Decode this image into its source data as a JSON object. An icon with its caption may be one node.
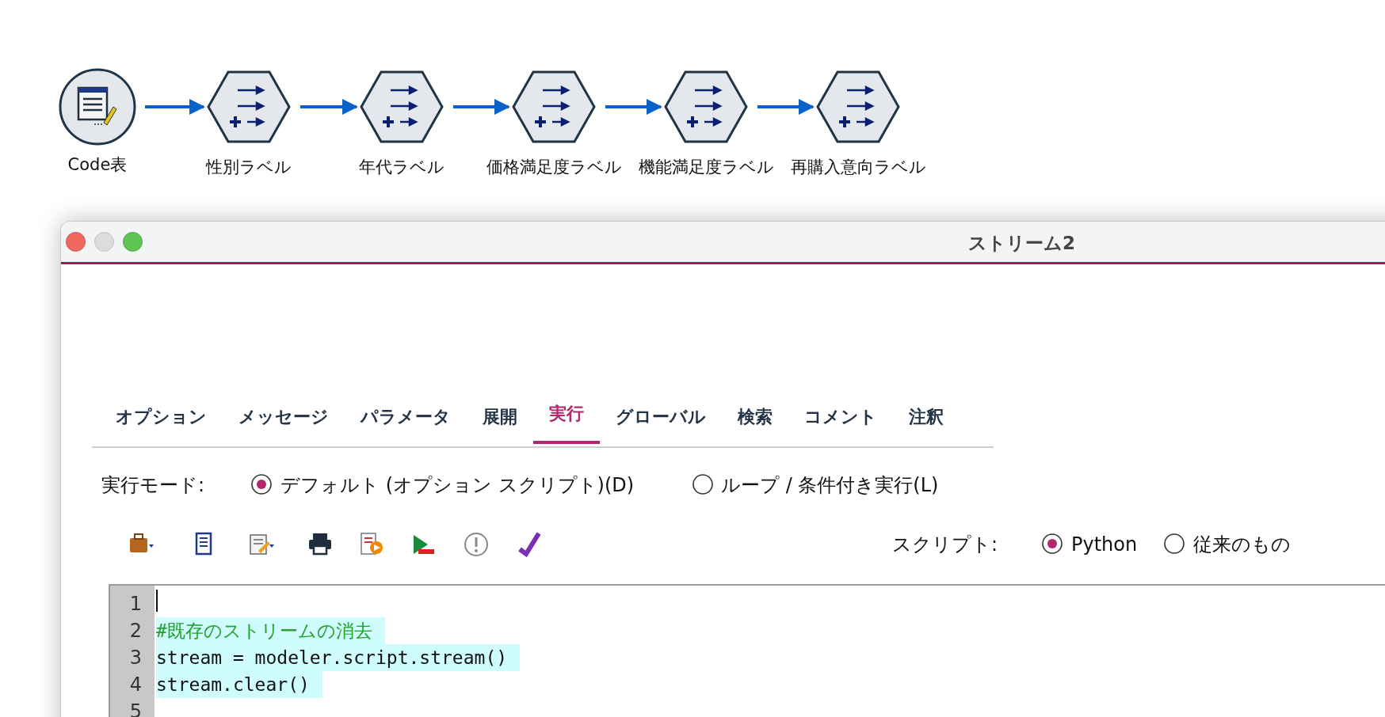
{
  "diagram": {
    "nodes": [
      {
        "text": [
          "Code表"
        ]
      },
      {
        "text": [
          "性別ラベル"
        ]
      },
      {
        "text": [
          "年代ラベル"
        ]
      },
      {
        "text": [
          "価格満足度ラベル"
        ]
      },
      {
        "text": [
          "機能満足度ラベル"
        ]
      },
      {
        "text": [
          "再購入意向ラベル"
        ]
      }
    ],
    "edges": [
      {
        "from": 0,
        "to": 1,
        "arrow": "to"
      },
      {
        "from": 1,
        "to": 2,
        "arrow": "to"
      },
      {
        "from": 2,
        "to": 3,
        "arrow": "to"
      },
      {
        "from": 3,
        "to": 4,
        "arrow": "to"
      },
      {
        "from": 4,
        "to": 5,
        "arrow": "to"
      }
    ],
    "labels": [
      "ストリーム2",
      "オプション",
      "メッセージ",
      "パラメータ",
      "展開",
      "実行",
      "グローバル",
      "検索",
      "コメント",
      "注釈",
      "実行モード:",
      "デフォルト (オプション スクリプト)(D)",
      "ループ / 条件付き実行(L)",
      "スクリプト:",
      "Python",
      "従来のもの",
      "1",
      "2",
      "#既存のストリームの消去",
      "3",
      "stream = modeler.script.stream()",
      "4",
      "stream.clear()",
      "5"
    ]
  }
}
